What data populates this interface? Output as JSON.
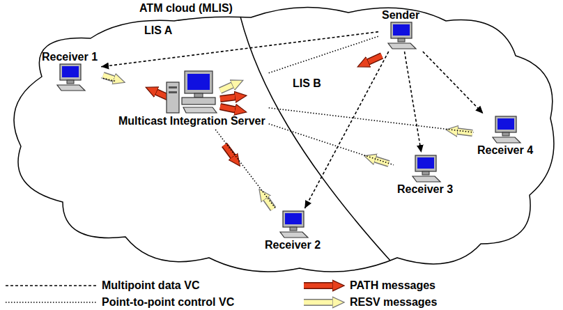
{
  "diagram": {
    "nodes": [
      {
        "text": [
          "Sender"
        ]
      },
      {
        "text": [
          "Receiver 1"
        ]
      },
      {
        "text": [
          "Multicast Integration Server"
        ]
      },
      {
        "text": [
          "Receiver 4"
        ]
      },
      {
        "text": [
          "Receiver 3"
        ]
      },
      {
        "text": [
          "Receiver 2"
        ]
      }
    ],
    "edges": [
      {
        "from": 0,
        "to": 1,
        "arrow": "to"
      },
      {
        "from": 0,
        "to": 3,
        "arrow": "to"
      },
      {
        "from": 0,
        "to": 4,
        "arrow": "to"
      },
      {
        "from": 0,
        "to": 5,
        "arrow": "to"
      },
      {
        "from": 2,
        "to": 0,
        "arrow": "none"
      },
      {
        "from": 2,
        "to": 1,
        "arrow": "none"
      },
      {
        "from": 2,
        "to": 3,
        "arrow": "none"
      },
      {
        "from": 2,
        "to": 4,
        "arrow": "none"
      },
      {
        "from": 2,
        "to": 5,
        "arrow": "none"
      }
    ],
    "labels": [
      "ATM cloud (MLIS)",
      "LIS A",
      "LIS B"
    ],
    "legend": [
      {
        "text": "Multipoint data VC"
      },
      {
        "text": "Point-to-point control VC"
      },
      {
        "text": "PATH messages"
      },
      {
        "text": "RESV messages"
      }
    ]
  }
}
